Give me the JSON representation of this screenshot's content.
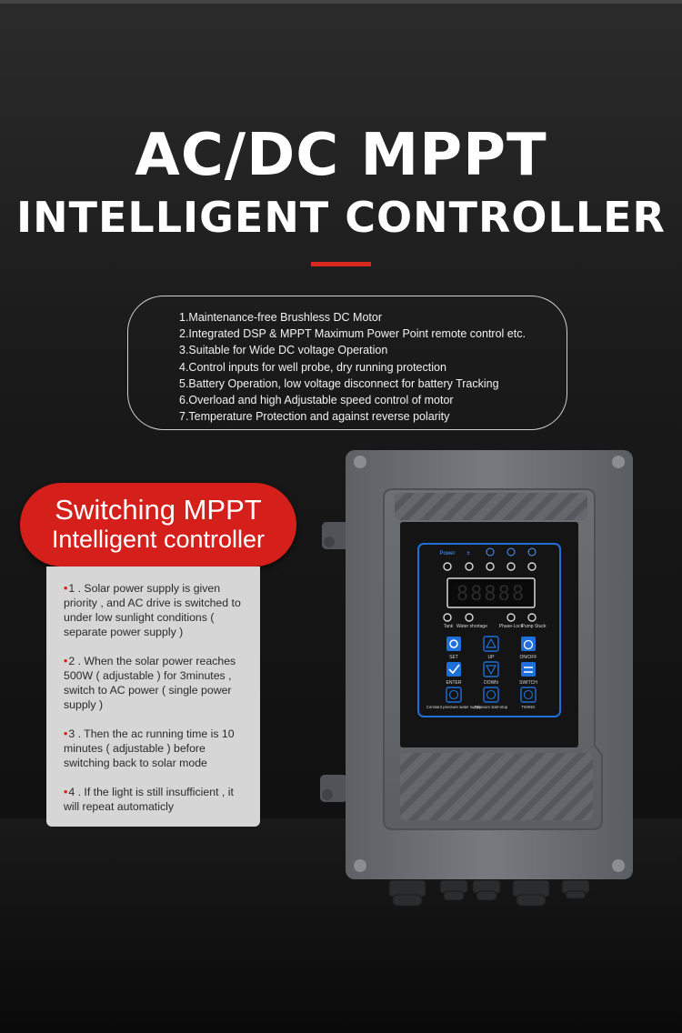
{
  "header": {
    "title_line1": "AC/DC MPPT",
    "title_line2": "INTELLIGENT CONTROLLER"
  },
  "features": [
    "1.Maintenance-free Brushless DC Motor",
    "2.Integrated DSP & MPPT Maximum Power Point remote control etc.",
    "3.Suitable for Wide DC voltage Operation",
    "4.Control inputs for well probe, dry running protection",
    "5.Battery Operation, low voltage disconnect for battery Tracking",
    "6.Overload and high Adjustable speed control of motor",
    "7.Temperature Protection and against reverse polarity"
  ],
  "badge": {
    "line1": "Switching MPPT",
    "line2": "Intelligent controller"
  },
  "info_items": [
    {
      "bullet": "•",
      "text": "1 . Solar power supply is given priority , and AC drive is switched to under low sunlight conditions ( separate power supply )"
    },
    {
      "bullet": "•",
      "text": "2 . When the solar power reaches 500W ( adjustable ) for 3minutes , switch to AC power ( single power supply )"
    },
    {
      "bullet": "•",
      "text": "3 . Then the ac running time is 10 minutes ( adjustable ) before switching back to solar mode"
    },
    {
      "bullet": "•",
      "text": "4 . If the light is still insufficient , it will repeat automaticly"
    }
  ],
  "panel": {
    "top_labels": [
      "Power",
      "±",
      "",
      "",
      ""
    ],
    "display_value": "88888",
    "mid_labels": {
      "tank": "Tank",
      "water_shortage": "Water shortage",
      "phase_lock": "Phase-Lock",
      "pump_stuck": "Pump Stuck"
    },
    "buttons": [
      {
        "label": "SET",
        "icon": "gear-icon"
      },
      {
        "label": "UP",
        "icon": "triangle-up-icon"
      },
      {
        "label": "ON/OFF",
        "icon": "power-icon"
      },
      {
        "label": "ENTER",
        "icon": "check-icon"
      },
      {
        "label": "DOWN",
        "icon": "triangle-down-icon"
      },
      {
        "label": "SWITCH",
        "icon": "switch-arrows-icon"
      },
      {
        "label": "Constant pressure water supply",
        "icon": "letter-a-icon"
      },
      {
        "label": "Pressure start-stop",
        "icon": "gauge-icon"
      },
      {
        "label": "TIMING",
        "icon": "clock-icon"
      }
    ]
  },
  "colors": {
    "accent_red": "#d51f1b",
    "panel_blue": "#1e6fd9",
    "housing_gray": "#6e7276"
  }
}
